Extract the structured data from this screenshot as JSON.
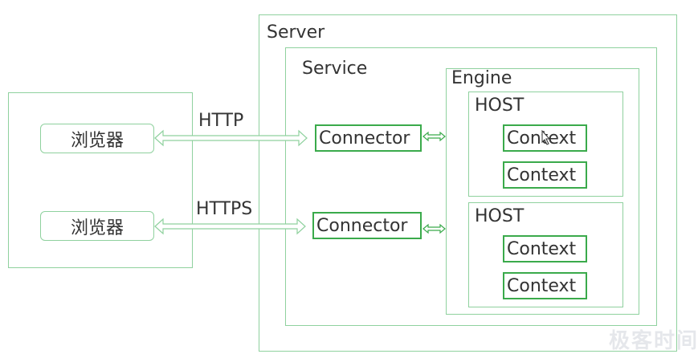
{
  "client": {
    "browsers": [
      "浏览器",
      "浏览器"
    ]
  },
  "protocols": {
    "http": "HTTP",
    "https": "HTTPS"
  },
  "server": {
    "label": "Server",
    "service": {
      "label": "Service",
      "connectors": [
        "Connector",
        "Connector"
      ],
      "engine": {
        "label": "Engine",
        "hosts": [
          {
            "label": "HOST",
            "contexts": [
              "Context",
              "Context"
            ]
          },
          {
            "label": "HOST",
            "contexts": [
              "Context",
              "Context"
            ]
          }
        ]
      }
    }
  },
  "colors": {
    "box_border": "#8fd19e",
    "strong_border": "#3aaa4b",
    "text": "#333333"
  },
  "watermark": "极客时间"
}
